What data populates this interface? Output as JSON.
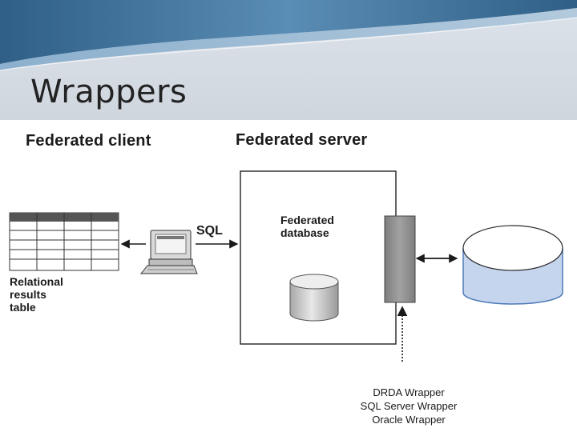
{
  "slide": {
    "title": "Wrappers"
  },
  "diagram": {
    "client_title": "Federated client",
    "server_title": "Federated server",
    "sql_label": "SQL",
    "fed_db_label": [
      "Federated",
      "database"
    ],
    "results_label": [
      "Relational",
      "results",
      "table"
    ],
    "wrappers": [
      "DRDA Wrapper",
      "SQL Server Wrapper",
      "Oracle Wrapper"
    ]
  },
  "colors": {
    "header_bg": "#d6dce3",
    "header_wave": "#3f6f96",
    "data_source_fill": "#c5d5ee",
    "data_source_stroke": "#4f7ab8",
    "wrapper_bar": "#8f8f8f"
  }
}
